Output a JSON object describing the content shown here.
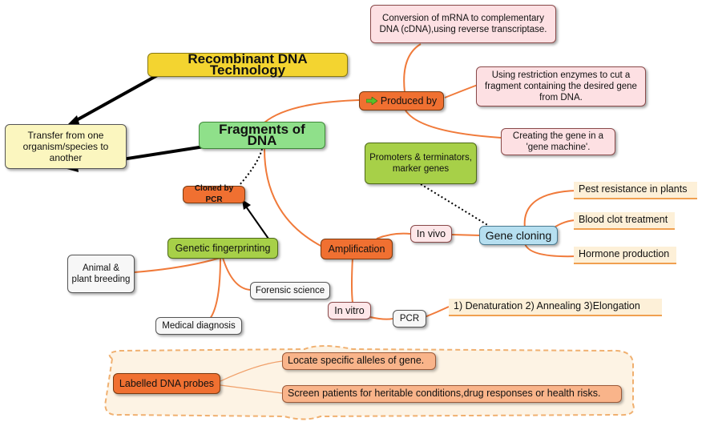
{
  "colors": {
    "main_title": "#f3d430",
    "central": "#8fe08a",
    "orange": "#f07031",
    "green": "#a7d048",
    "blue": "#b6dff0",
    "pink": "#fde0e3",
    "link_orange": "#f07a3a"
  },
  "nodes": {
    "main_title": "Recombinant DNA Technology",
    "central": "Fragments of DNA",
    "transfer": "Transfer from one organism/species to another",
    "produced_by": "Produced by",
    "produced_by_icon": "green-arrow-icon",
    "mrna": "Conversion of mRNA to complementary DNA (cDNA),using reverse transcriptase.",
    "restriction": "Using restriction enzymes to cut a fragment containing the desired gene from DNA.",
    "gene_machine": "Creating the gene in a 'gene machine'.",
    "promoters": "Promoters & terminators, marker genes",
    "cloned_by_pcr": "Cloned by PCR",
    "fingerprinting": "Genetic fingerprinting",
    "animal_plant": "Animal & plant breeding",
    "forensic": "Forensic science",
    "medical": "Medical diagnosis",
    "amplification": "Amplification",
    "in_vivo": "In vivo",
    "in_vitro": "In vitro",
    "pcr": "PCR",
    "pcr_steps": "1) Denaturation  2) Annealing  3)Elongation",
    "gene_cloning": "Gene cloning",
    "pest": "Pest resistance in plants",
    "blood": "Blood clot treatment",
    "hormone": "Hormone production",
    "probes": "Labelled DNA probes",
    "alleles": "Locate specific alleles of gene.",
    "screen": "Screen patients for heritable conditions,drug responses or health risks."
  }
}
